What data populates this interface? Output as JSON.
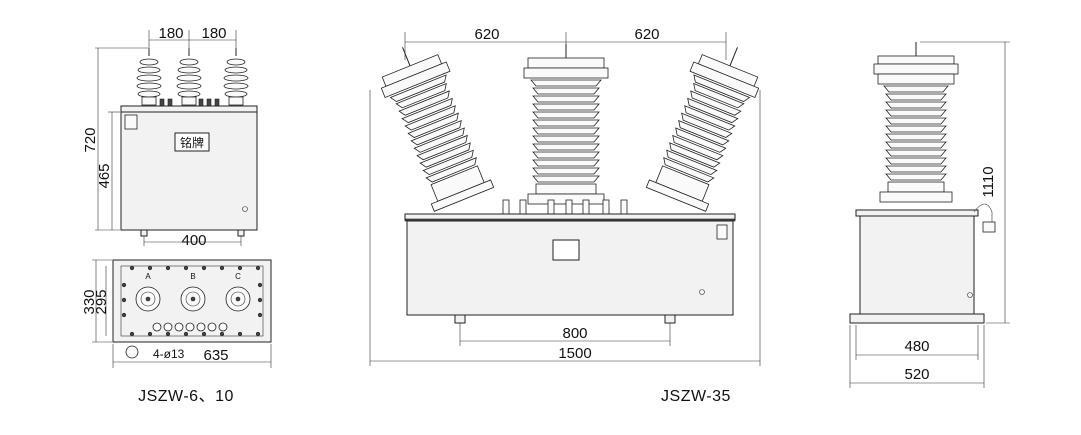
{
  "captions": {
    "small_model": "JSZW-6、10",
    "large_model": "JSZW-35"
  },
  "dimensions": {
    "small_top_spacing_left": "180",
    "small_top_spacing_right": "180",
    "small_total_height": "720",
    "small_body_height": "465",
    "small_base_width": "400",
    "small_plan_width": "330",
    "small_plan_inner": "295",
    "small_plan_length": "635",
    "small_holes": "4-ø13",
    "large_spacing_left": "620",
    "large_spacing_right": "620",
    "large_base_inner": "800",
    "large_total_length": "1500",
    "side_height": "1110",
    "side_base_inner": "480",
    "side_base_outer": "520"
  },
  "labels": {
    "nameplate": "铭牌",
    "phase_a": "A",
    "phase_b": "B",
    "phase_c": "C"
  }
}
